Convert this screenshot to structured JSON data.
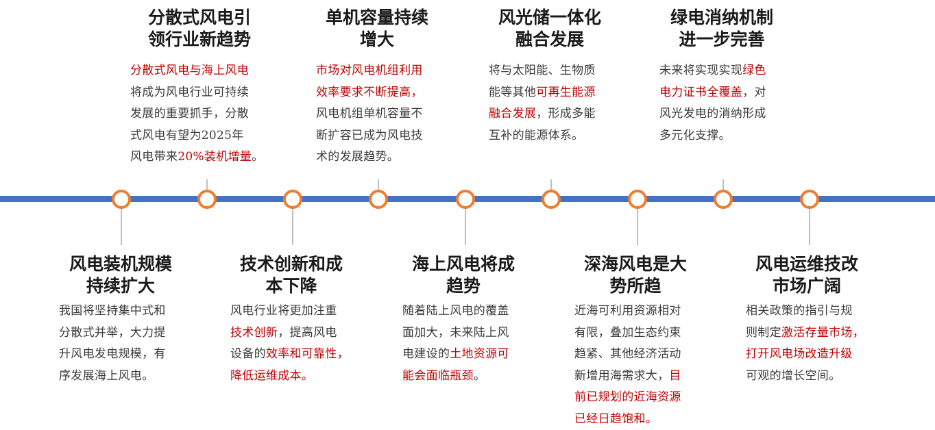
{
  "colors": {
    "timeline": "#4472c4",
    "node_ring": "#ed7d31",
    "highlight": "#c00000",
    "connector": "#bfbfbf"
  },
  "top_items": [
    {
      "title_lines": [
        "分散式风电引",
        "领行业新趋势"
      ],
      "body_lines": [
        [
          {
            "t": "分散式风电与海上风电",
            "hl": true
          }
        ],
        [
          {
            "t": "将成为风电行业可持续",
            "hl": false
          }
        ],
        [
          {
            "t": "发展的重要抓手，分散",
            "hl": false
          }
        ],
        [
          {
            "t": "式风电有望为2025年",
            "hl": false
          }
        ],
        [
          {
            "t": "风电带来",
            "hl": false
          },
          {
            "t": "20%装机增量",
            "hl": true
          },
          {
            "t": "。",
            "hl": false
          }
        ]
      ]
    },
    {
      "title_lines": [
        "单机容量持续",
        "增大"
      ],
      "body_lines": [
        [
          {
            "t": "市场对风电机组利用",
            "hl": true
          }
        ],
        [
          {
            "t": "效率要求不断提高，",
            "hl": true
          }
        ],
        [
          {
            "t": "风电机组单机容量不",
            "hl": false
          }
        ],
        [
          {
            "t": "断扩容已成为风电技",
            "hl": false
          }
        ],
        [
          {
            "t": "术的发展趋势。",
            "hl": false
          }
        ]
      ]
    },
    {
      "title_lines": [
        "风光储一体化",
        "融合发展"
      ],
      "body_lines": [
        [
          {
            "t": "将与太阳能、生物质",
            "hl": false
          }
        ],
        [
          {
            "t": "能等其他",
            "hl": false
          },
          {
            "t": "可再生能源",
            "hl": true
          }
        ],
        [
          {
            "t": "融合发展",
            "hl": true
          },
          {
            "t": "，形成多能",
            "hl": false
          }
        ],
        [
          {
            "t": "互补的能源体系。",
            "hl": false
          }
        ]
      ]
    },
    {
      "title_lines": [
        "绿电消纳机制",
        "进一步完善"
      ],
      "body_lines": [
        [
          {
            "t": "未来将实现实现",
            "hl": false
          },
          {
            "t": "绿色",
            "hl": true
          }
        ],
        [
          {
            "t": "电力证书全覆盖",
            "hl": true
          },
          {
            "t": "，对",
            "hl": false
          }
        ],
        [
          {
            "t": "风光发电的消纳形成",
            "hl": false
          }
        ],
        [
          {
            "t": "多元化支撑。",
            "hl": false
          }
        ]
      ]
    }
  ],
  "bottom_items": [
    {
      "title_lines": [
        "风电装机规模",
        "持续扩大"
      ],
      "body_lines": [
        [
          {
            "t": "我国将坚持集中式和",
            "hl": false
          }
        ],
        [
          {
            "t": "分散式并举，大力提",
            "hl": false
          }
        ],
        [
          {
            "t": "升风电发电规模，有",
            "hl": false
          }
        ],
        [
          {
            "t": "序发展海上风电。",
            "hl": false
          }
        ]
      ]
    },
    {
      "title_lines": [
        "技术创新和成",
        "本下降"
      ],
      "body_lines": [
        [
          {
            "t": "风电行业将更加注重",
            "hl": false
          }
        ],
        [
          {
            "t": "技术创新",
            "hl": true
          },
          {
            "t": "，提高风电",
            "hl": false
          }
        ],
        [
          {
            "t": "设备的",
            "hl": false
          },
          {
            "t": "效率和可靠性，",
            "hl": true
          }
        ],
        [
          {
            "t": "降低运维成本。",
            "hl": true
          }
        ]
      ]
    },
    {
      "title_lines": [
        "海上风电将成",
        "趋势"
      ],
      "body_lines": [
        [
          {
            "t": "随着陆上风电的覆盖",
            "hl": false
          }
        ],
        [
          {
            "t": "面加大，未来陆上风",
            "hl": false
          }
        ],
        [
          {
            "t": "电建设的",
            "hl": false
          },
          {
            "t": "土地资源可",
            "hl": true
          }
        ],
        [
          {
            "t": "能会面临瓶颈",
            "hl": true
          },
          {
            "t": "。",
            "hl": false
          }
        ]
      ]
    },
    {
      "title_lines": [
        "深海风电是大",
        "势所趋"
      ],
      "body_lines": [
        [
          {
            "t": "近海可利用资源相对",
            "hl": false
          }
        ],
        [
          {
            "t": "有限，叠加生态约束",
            "hl": false
          }
        ],
        [
          {
            "t": "趋紧、其他经济活动",
            "hl": false
          }
        ],
        [
          {
            "t": "新增用海需求大，",
            "hl": false
          },
          {
            "t": "目",
            "hl": true
          }
        ],
        [
          {
            "t": "前已规划的近海资源",
            "hl": true
          }
        ],
        [
          {
            "t": "已经日趋饱和。",
            "hl": true
          }
        ]
      ]
    },
    {
      "title_lines": [
        "风电运维技改",
        "市场广阔"
      ],
      "body_lines": [
        [
          {
            "t": "相关政策的指引与规",
            "hl": false
          }
        ],
        [
          {
            "t": "则制定",
            "hl": false
          },
          {
            "t": "激活存量市场，",
            "hl": true
          }
        ],
        [
          {
            "t": "打开风电场改造升级",
            "hl": true
          }
        ],
        [
          {
            "t": "可观的增长空间。",
            "hl": false
          }
        ]
      ]
    }
  ]
}
